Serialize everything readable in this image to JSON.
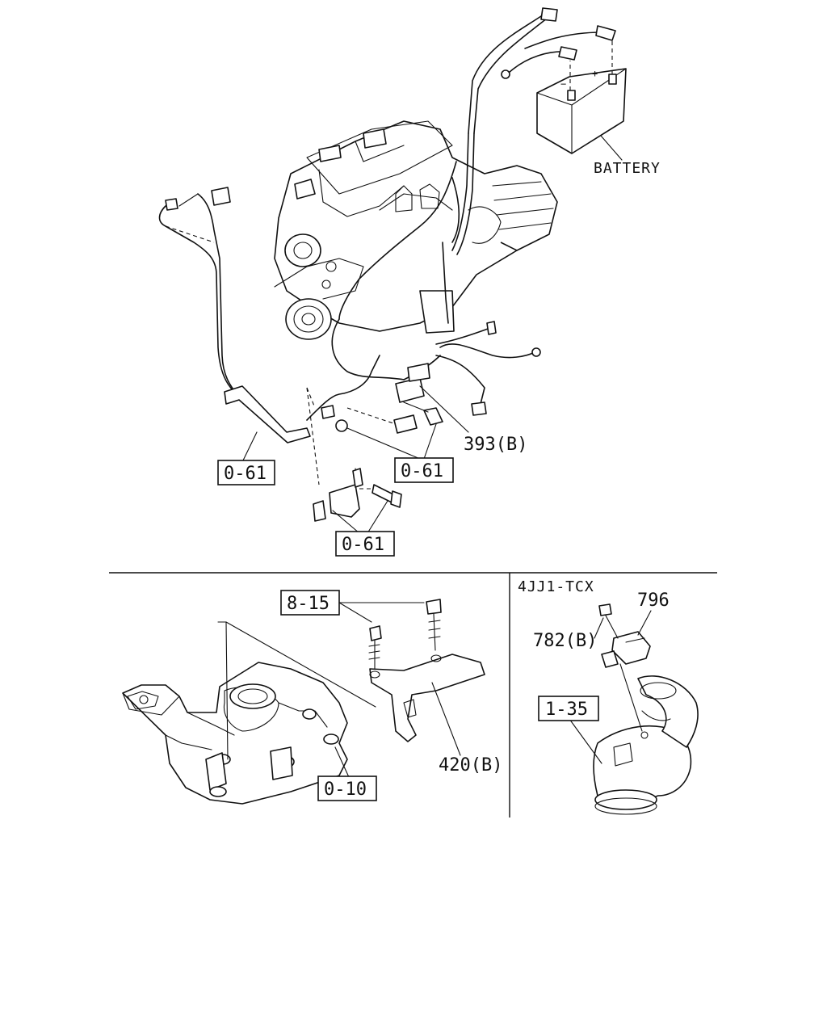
{
  "diagram": {
    "battery_label": "BATTERY",
    "variant_label": "4JJ1-TCX",
    "callouts": {
      "harness_ref": "393(B)",
      "bracket_ref_left": "0-61",
      "bracket_ref_right": "0-61",
      "bracket_ref_lower": "0-61",
      "bolt_ref": "8-15",
      "bracket_part": "420(B)",
      "manifold_ref": "0-10",
      "sensor_part": "796",
      "sensor_bolt": "782(B)",
      "duct_ref": "1-35"
    }
  }
}
